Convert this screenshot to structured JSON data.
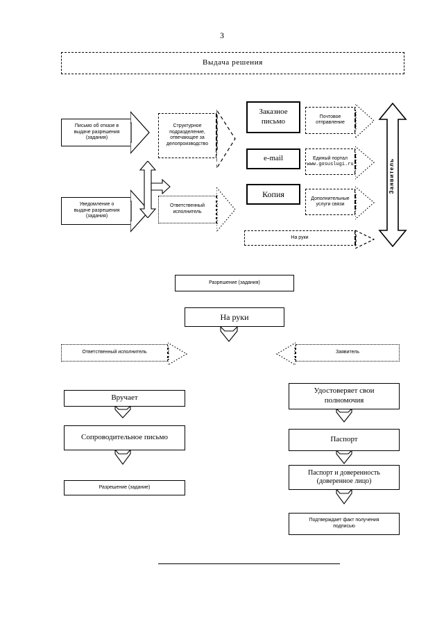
{
  "page": {
    "number": "3"
  },
  "header": {
    "title": "Выдача решения"
  },
  "top_section": {
    "left_arrows": [
      {
        "name": "refusal-letter",
        "text": "Письмо об отказе в\nвыдаче разрешения\n(задания)"
      },
      {
        "name": "permit-notice",
        "text": "Уведомление о\nвыдаче разрешения\n(задания)"
      }
    ],
    "mid_arrows": [
      {
        "name": "records-unit",
        "text": "Структурное\nподразделение,\nотвечающее за\nделопроизводство",
        "border": "dashed"
      },
      {
        "name": "responsible-executor",
        "text": "Ответственный\nисполнитель",
        "border": "dotted"
      }
    ],
    "channel_boxes": [
      {
        "name": "registered-letter",
        "text": "Заказное\nписьмо"
      },
      {
        "name": "email",
        "text": "e-mail"
      },
      {
        "name": "copy",
        "text": "Копия"
      }
    ],
    "delivery_arrows": [
      {
        "name": "postal-dispatch",
        "line1": "Почтовое",
        "line2": "отправление",
        "mono": false
      },
      {
        "name": "gosuslugi-portal",
        "line1": "Единый портал",
        "line2": "www.gosuslugi.ru",
        "mono": true
      },
      {
        "name": "additional-comm-services",
        "line1": "Дополнительные",
        "line2": "услуги связи",
        "mono": false
      }
    ],
    "in-hand_arrow": {
      "name": "in-hand",
      "text": "На руки"
    },
    "applicant_axis": {
      "label": "Заявитель"
    }
  },
  "mid_section": {
    "permit_box": {
      "text": "Разрешение (задания)"
    },
    "in_hand_box": {
      "text": "На руки"
    },
    "branch_left": {
      "text": "Ответственный исполнитель"
    },
    "branch_right": {
      "text": "Заявитель"
    }
  },
  "bottom_left": [
    {
      "name": "hands-over",
      "text": "Вручает"
    },
    {
      "name": "cover-letter",
      "text": "Сопроводительное письмо"
    },
    {
      "name": "permit-task",
      "text": "Разрешение (задание)"
    }
  ],
  "bottom_right": [
    {
      "name": "verifies-authority",
      "text": "Удостоверяет свои\nполномочия"
    },
    {
      "name": "passport",
      "text": "Паспорт"
    },
    {
      "name": "passport-and-poa",
      "text": "Паспорт и доверенность\n(доверенное лицо)"
    },
    {
      "name": "confirms-receipt",
      "text": "Подтверждает факт получения\nподписью"
    }
  ],
  "colors": {
    "ink": "#000000",
    "paper": "#ffffff"
  }
}
